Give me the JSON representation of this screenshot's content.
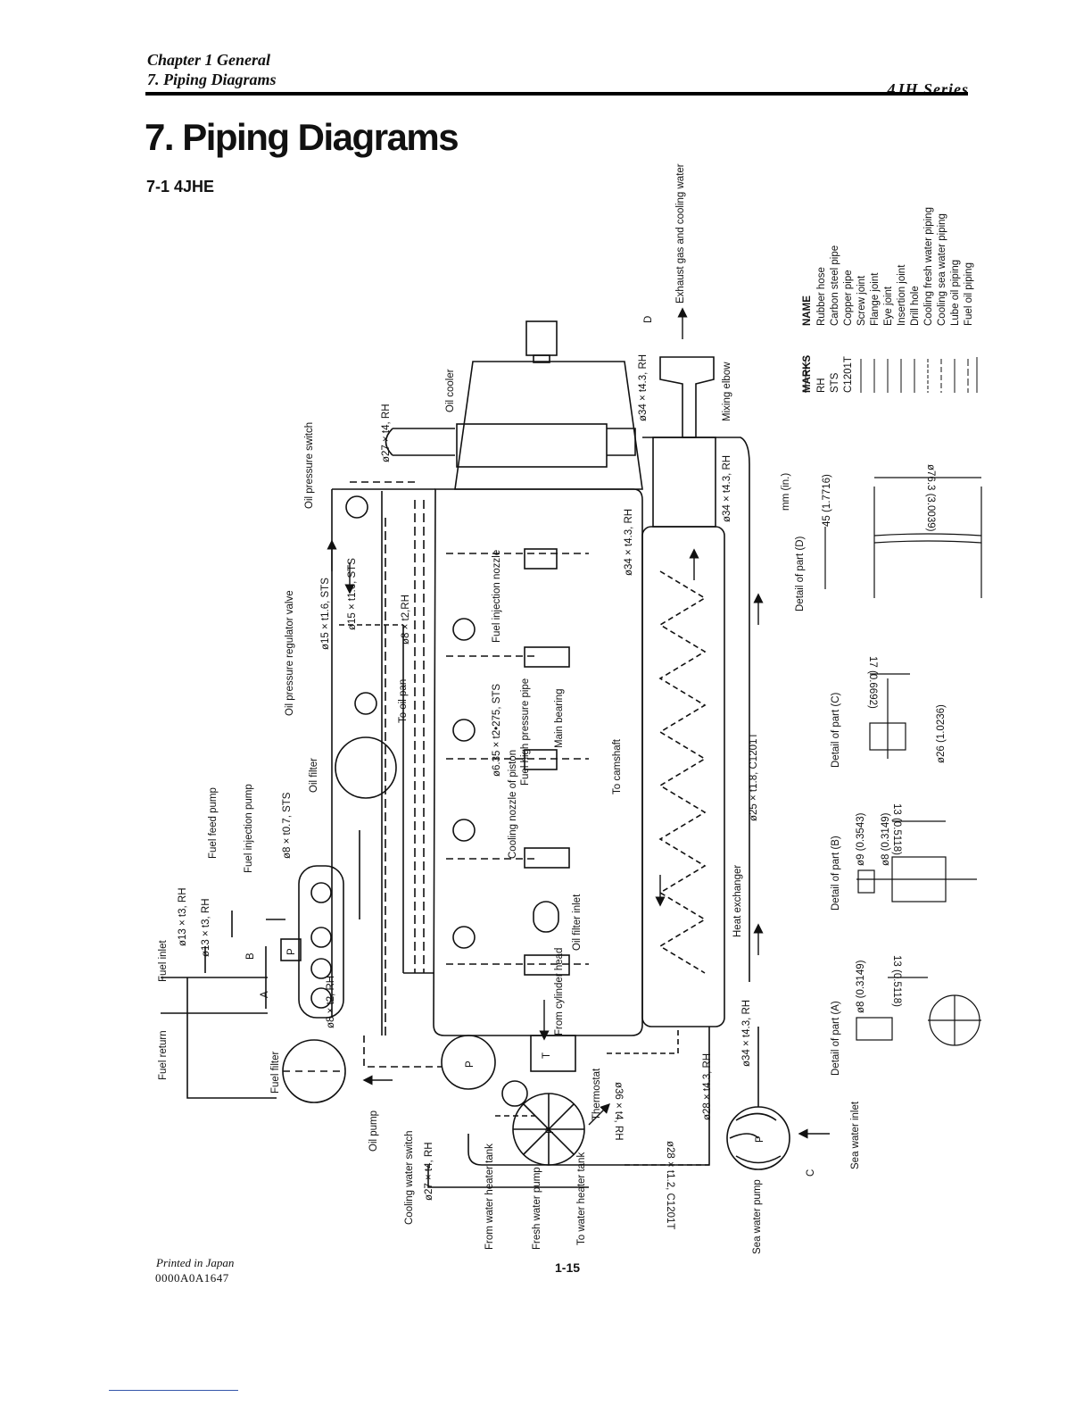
{
  "header": {
    "chapter": "Chapter 1 General",
    "section": "7. Piping Diagrams",
    "series": "4JH Series"
  },
  "title": "7. Piping Diagrams",
  "subtitle": "7-1 4JHE",
  "labels": {
    "exhaust": "Exhaust gas and cooling water",
    "d_mark": "D",
    "pipe_34_top": "ø34 × t4.3, RH",
    "mixing_elbow": "Mixing elbow",
    "oil_cooler": "Oil cooler",
    "pipe_27_top": "ø27 × t4, RH",
    "oil_pressure_switch": "Oil pressure switch",
    "pipe_15_a": "ø15 × t1.6, STS",
    "pipe_15_b": "ø15 × t1.6, STS",
    "oil_pressure_regulator": "Oil pressure regulator valve",
    "pipe_8_12_rh": "ø8 × t2,RH",
    "fuel_injection_nozzle": "Fuel injection nozzle",
    "to_oil_pan": "To oil pan",
    "pipe_635": "ø6.35 × t2•275, STS",
    "fuel_high_pressure": "Fuel high pressure pipe",
    "main_bearing": "Main bearing",
    "to_camshaft": "To camshaft",
    "oil_filter": "Oil filter",
    "cooling_nozzle": "Cooling nozzle of piston",
    "pipe_34_mid": "ø34 × t4.3, RH",
    "pipe_34_mid2": "ø34 × t4.3, RH",
    "pipe_25": "ø25 × t1.8, C1201T",
    "heat_exchanger": "Heat exchanger",
    "fuel_feed_pump": "Fuel feed pump",
    "fuel_injection_pump": "Fuel injection pump",
    "pipe_8_07": "ø8 × t0.7, STS",
    "oil_filter_inlet": "Oil filter inlet",
    "fuel_inlet": "Fuel inlet",
    "pipe_13_a": "ø13 × t3, RH",
    "pipe_13_b": "ø13 × t3, RH",
    "b_mark": "B",
    "a_mark": "A",
    "p_mark": "P",
    "pipe_8_12_rh2": "ø8 × t2, RH",
    "from_cyl_head": "From cylinder head",
    "pipe_34_low": "ø34 × t4.3, RH",
    "pipe_28_rh": "ø28 × t4.3, RH",
    "pipe_36": "ø36 × t4, RH",
    "thermostat": "Thermostat",
    "fuel_return": "Fuel return",
    "fuel_filter": "Fuel filter",
    "oil_pump": "Oil pump",
    "cooling_water_switch": "Cooling water switch",
    "pipe_27_low": "ø27 × t4, RH",
    "from_heater": "From water heater tank",
    "fresh_water_pump": "Fresh water pump",
    "to_heater": "To water heater tank",
    "pipe_28_c": "ø28 × t1.2, C1201T",
    "sea_water_pump": "Sea water pump",
    "c_mark": "C",
    "sea_water_inlet": "Sea water inlet",
    "t_mark": "T"
  },
  "legend": {
    "marks_header": "MARKS",
    "name_header": "NAME",
    "rows": [
      {
        "mark": "RH",
        "name": "Rubber hose"
      },
      {
        "mark": "STS",
        "name": "Carbon steel pipe"
      },
      {
        "mark": "C1201T",
        "name": "Copper pipe"
      },
      {
        "mark": "",
        "name": "Screw joint"
      },
      {
        "mark": "",
        "name": "Flange joint"
      },
      {
        "mark": "",
        "name": "Eye joint"
      },
      {
        "mark": "",
        "name": "Insertion joint"
      },
      {
        "mark": "",
        "name": "Drill hole"
      },
      {
        "mark": "",
        "name": "Cooling fresh water piping"
      },
      {
        "mark": "",
        "name": "Cooling sea water piping"
      },
      {
        "mark": "",
        "name": "Lube oil piping"
      },
      {
        "mark": "",
        "name": "Fuel oil piping"
      }
    ]
  },
  "details": {
    "units": "mm (in.)",
    "d_title": "Detail of part (D)",
    "d_dim1": "45 (1.7716)",
    "d_dim2": "ø76.3 (3.0039)",
    "c_title": "Detail of part (C)",
    "c_dim1": "17 (0.6692)",
    "c_dim2": "ø26 (1.0236)",
    "b_title": "Detail of part (B)",
    "b_dim1": "ø9 (0.3543)",
    "b_dim2": "ø8 (0.3149)",
    "b_dim3": "13 (0.5118)",
    "a_title": "Detail of part (A)",
    "a_dim1": "ø8 (0.3149)",
    "a_dim2": "13 (0.5118)"
  },
  "footer": {
    "printed": "Printed in Japan",
    "code": "0000A0A1647",
    "page": "1-15"
  }
}
